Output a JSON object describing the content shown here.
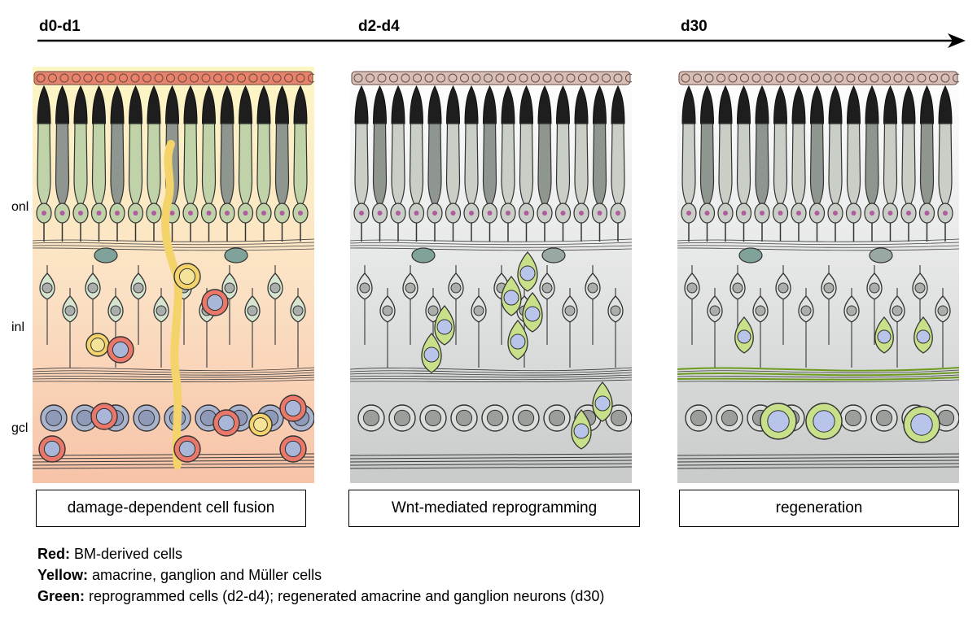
{
  "timeline": {
    "stages": [
      "d0-d1",
      "d2-d4",
      "d30"
    ]
  },
  "layers": [
    "onl",
    "inl",
    "gcl"
  ],
  "panels": [
    {
      "caption": "damage-dependent cell fusion",
      "theme": "fusion",
      "colors": {
        "bg_top": "#fdf7c6",
        "bg_mid": "#fbe0c4",
        "bg_bot": "#f7c3a8",
        "rpe": "#e8826a",
        "highlight_red": "#e9786a",
        "highlight_yellow": "#f3d36a"
      }
    },
    {
      "caption": "Wnt-mediated reprogramming",
      "theme": "reprogramming",
      "colors": {
        "bg_top": "#ffffff",
        "bg_bot": "#c9cbcb",
        "rpe": "#d6bfb6",
        "highlight_green": "#c8e08a"
      }
    },
    {
      "caption": "regeneration",
      "theme": "regeneration",
      "colors": {
        "bg_top": "#ffffff",
        "bg_bot": "#c9cbcb",
        "rpe": "#d6bfb6",
        "highlight_green": "#c8e08a"
      }
    }
  ],
  "legend": [
    {
      "key": "Red:",
      "text": " BM-derived cells"
    },
    {
      "key": "Yellow:",
      "text": " amacrine, ganglion and Müller cells"
    },
    {
      "key": "Green:",
      "text": " reprogrammed cells (d2-d4); regenerated amacrine and ganglion neurons (d30)"
    }
  ]
}
